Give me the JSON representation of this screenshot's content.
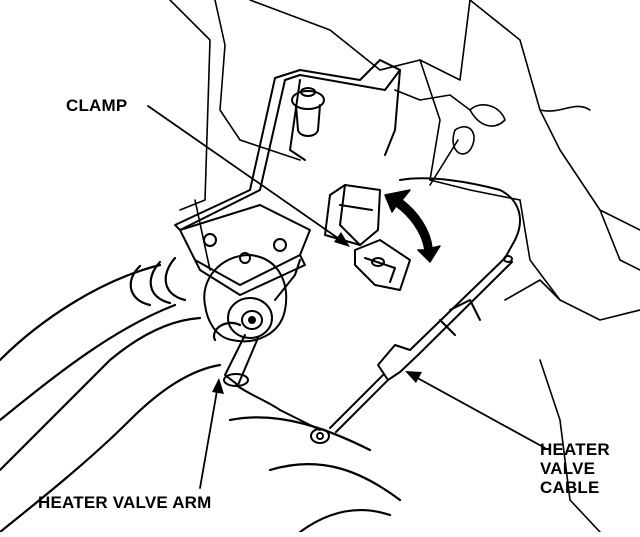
{
  "labels": {
    "clamp": "CLAMP",
    "heater_valve_arm": "HEATER VALVE ARM",
    "heater_valve_cable": [
      "HEATER",
      "VALVE",
      "CABLE"
    ]
  },
  "colors": {
    "ink": "#000000",
    "paper": "#ffffff"
  }
}
